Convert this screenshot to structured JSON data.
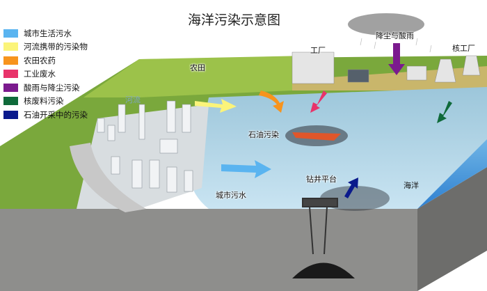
{
  "title": "海洋污染示意图",
  "legend": [
    {
      "label": "城市生活污水",
      "color": "#5ab4f0"
    },
    {
      "label": "河流携带的污染物",
      "color": "#fbf47a"
    },
    {
      "label": "农田农药",
      "color": "#f7941d"
    },
    {
      "label": "工业废水",
      "color": "#e8336a"
    },
    {
      "label": "酸雨与降尘污染",
      "color": "#7b1a8e"
    },
    {
      "label": "核废料污染",
      "color": "#0f6a3a"
    },
    {
      "label": "石油开采中的污染",
      "color": "#0a1a8c"
    }
  ],
  "labels": {
    "farmland": "农田",
    "river": "河流",
    "factory": "工厂",
    "dust_acid_rain": "降尘与酸雨",
    "nuclear_plant": "核工厂",
    "oil_pollution": "石油污染",
    "urban_sewage": "城市污水",
    "drilling_platform": "钻井平台",
    "ocean": "海洋"
  }
}
